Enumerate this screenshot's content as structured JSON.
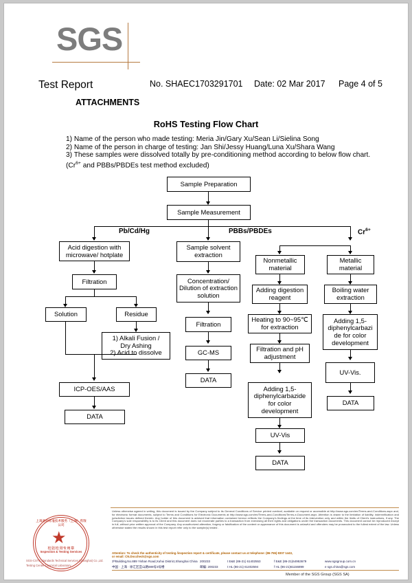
{
  "page": {
    "logo_text": "SGS"
  },
  "header": {
    "title": "Test Report",
    "report_no": "No. SHAEC1703291701",
    "date": "Date: 02 Mar 2017",
    "page": "Page 4 of 5",
    "attachments_label": "ATTACHMENTS"
  },
  "chart_title": "RoHS Testing Flow Chart",
  "notes": [
    "1) Name of the person who made testing: Meria Jin/Gary Xu/Sean Li/Sielina Song",
    "2) Name of the person in charge of testing: Jan Shi/Jessy Huang/Luna Xu/Shara Wang",
    "3) These samples were dissolved totally by pre-conditioning method according to below flow chart."
  ],
  "note_exclusion_pre": "(Cr",
  "note_exclusion_sup": "6+",
  "note_exclusion_post": " and PBBs/PBDEs test method excluded)",
  "flow": {
    "branch_labels": {
      "left": "Pb/Cd/Hg",
      "middle": "PBBs/PBDEs",
      "right_pre": "Cr",
      "right_sup": "6+"
    },
    "top": {
      "sample_preparation": "Sample Preparation",
      "sample_measurement": "Sample Measurement"
    },
    "left_branch": {
      "acid_digestion": "Acid digestion with microwave/ hotplate",
      "filtration": "Filtration",
      "solution": "Solution",
      "residue": "Residue",
      "alkali": "1) Alkali Fusion / Dry Ashing\n2) Acid to dissolve",
      "alkali_line1": "1) Alkali Fusion /",
      "alkali_line2": "Dry Ashing",
      "alkali_line3": "2) Acid to dissolve",
      "icp": "ICP-OES/AAS",
      "data": "DATA"
    },
    "middle_branch": {
      "solvent_extraction": "Sample solvent extraction",
      "concentration": "Concentration/ Dilution of extraction solution",
      "filtration": "Filtration",
      "gcms": "GC-MS",
      "data": "DATA"
    },
    "nonmetallic_branch": {
      "nonmetallic": "Nonmetallic material",
      "digestion_reagent": "Adding digestion reagent",
      "heating": "Heating to 90~95℃ for extraction",
      "filtration_ph": "Filtration and pH adjustment",
      "adding_dpc": "Adding 1,5-diphenylcarbazide for color development",
      "uv_vis": "UV-Vis",
      "data": "DATA"
    },
    "metallic_branch": {
      "metallic": "Metallic material",
      "boiling": "Boiling water extraction",
      "adding_dpc": "Adding 1,5-diphenylcarbazi de for color development",
      "uv_vis": "UV-Vis.",
      "data": "DATA"
    }
  },
  "footer": {
    "disclaimer": "Unless otherwise agreed in writing, this document is issued by the Company subject to its General Conditions of Service printed overleaf, available on request or accessible at http://www.sgs.com/en/Terms-and-Conditions.aspx and, for electronic format documents, subject to Terms and Conditions for Electronic Documents at http://www.sgs.com/en/Terms-and-Conditions/Terms-e-Document.aspx. Attention is drawn to the limitation of liability, indemnification and jurisdiction issues defined therein. Any holder of this document is advised that information contained hereon reflects the Company's findings at the time of its intervention only and within the limits of Client's instructions, if any. The Company's sole responsibility is to its Client and this document does not exonerate parties to a transaction from exercising all their rights and obligations under the transaction documents. This document cannot be reproduced except in full, without prior written approval of the Company. Any unauthorized alteration, forgery or falsification of the content or appearance of this document is unlawful and offenders may be prosecuted to the fullest extent of the law. Unless otherwise stated the results shown in this test report refer only to the sample(s) tested .",
    "attention_line1": "Attention: To check the authenticity of testing /inspection report & certificate, please contact us at telephone: (86-755) 8307 1443,",
    "attention_line2": "or email: CN.Doccheck@sgs.com",
    "address_en": "3ⁱᵈBuilding,No.889 Yishan Road,Xuhui District,Shanghai China",
    "address_zip_en": "200233",
    "address_cn": "中国 · 上海 · 徐汇区宜山路889号3号楼",
    "address_zip_cn_label": "邮编:",
    "address_zip_cn": "200233",
    "tel1": "t E&E (86-21) 61402553",
    "fax1": "f E&E (86-21)64953679",
    "tel2": "t HL (86-21) 61402594",
    "fax2": "f HL (86-21)61156899",
    "web": "www.sgsgroup.com.cn",
    "email": "e sgs.china@sgs.com",
    "member": "Member of the SGS Group (SGS SA)"
  },
  "stamp": {
    "arc_top": "上海通标标准技术服务（上海）有限公司",
    "center_cn": "检验检测专用章",
    "center_en": "Inspection & Testing Services",
    "sub1": "SGS-CSTC Standards Technical Services (Shanghai) Co.,Ltd.",
    "sub2": "Testing Center-Chemical Laboratory",
    "side_left": "上海通标标准技术服务",
    "side_right": "有限公司"
  }
}
